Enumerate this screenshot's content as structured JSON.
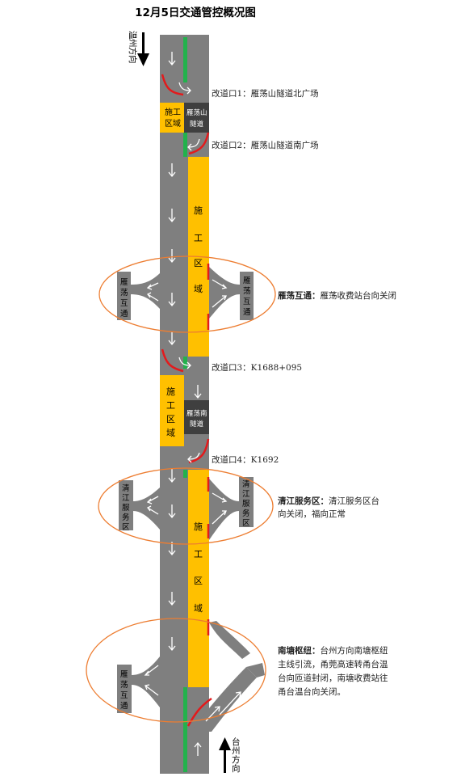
{
  "title": "12月5日交通管控概况图",
  "directions": {
    "top": [
      "温",
      "州",
      "方",
      "向"
    ],
    "bottom": [
      "台",
      "州",
      "方",
      "向"
    ]
  },
  "tunnels": {
    "north": [
      "雁荡山",
      "隧道"
    ],
    "south": [
      "雁荡南",
      "隧道"
    ]
  },
  "work_zones": {
    "zone1": [
      "施工",
      "区域"
    ],
    "zone2": [
      "施",
      "工",
      "区",
      "域"
    ],
    "zone3": [
      "施",
      "工",
      "区",
      "域"
    ],
    "zone4": [
      "施",
      "工",
      "区",
      "域"
    ]
  },
  "crossovers": [
    "改道口1：雁荡山隧道北广场",
    "改道口2：雁荡山隧道南广场",
    "改道口3：K1688+095",
    "改道口4：K1692"
  ],
  "interchanges": {
    "yandang": {
      "left": [
        "雁",
        "荡",
        "互",
        "通"
      ],
      "right": [
        "雁",
        "荡",
        "互",
        "通"
      ],
      "note_title": "雁荡互通：",
      "note_lines": [
        "雁荡收费站台向关闭"
      ]
    },
    "qingjiang": {
      "left": [
        "清",
        "江",
        "服",
        "务",
        "区"
      ],
      "right": [
        "清",
        "江",
        "服",
        "务",
        "区"
      ],
      "note_title": "清江服务区：",
      "note_lines": [
        "清江服务区台",
        "向关闭，福向正常"
      ]
    },
    "nantang": {
      "left": [
        "雁",
        "荡",
        "互",
        "通"
      ],
      "note_title": "南塘枢纽：",
      "note_lines": [
        "台州方向南塘枢纽",
        "主线引流，甬莞高速转甬台温",
        "台向匝道封闭，南塘收费站往",
        "甬台温台向关闭。"
      ]
    }
  },
  "colors": {
    "road": "#7f7f7f",
    "median": "#22b24c",
    "work_zone": "#ffc000",
    "tunnel": "#3f3f3f",
    "barrier": "#e31a1c",
    "ellipse": "#ed7d31",
    "arrow": "#ffffff"
  }
}
